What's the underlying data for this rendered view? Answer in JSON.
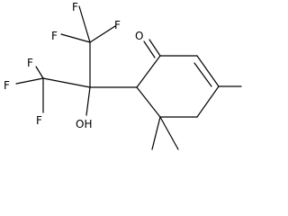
{
  "molecule": {
    "atoms": {
      "o_ketone": "O",
      "oh": "OH",
      "f_top_1": "F",
      "f_top_2": "F",
      "f_top_3": "F",
      "f_bot_1": "F",
      "f_bot_2": "F",
      "f_bot_3": "F"
    },
    "colors": {
      "ink": "#000000",
      "background": "#ffffff"
    }
  }
}
